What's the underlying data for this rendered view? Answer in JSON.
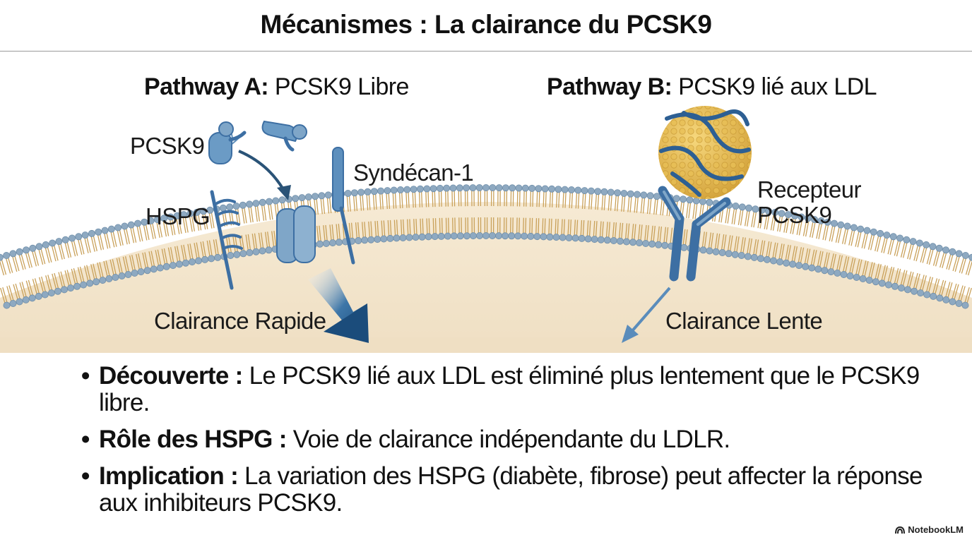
{
  "title": "Mécanismes : La clairance du PCSK9",
  "pathway_a": {
    "prefix": "Pathway A:",
    "name": "PCSK9 Libre"
  },
  "pathway_b": {
    "prefix": "Pathway B:",
    "name": "PCSK9 lié aux LDL"
  },
  "labels": {
    "pcsk9": "PCSK9",
    "hspg": "HSPG",
    "syndecan": "Syndécan-1",
    "receptor_line1": "Recepteur",
    "receptor_line2": "PCSK9",
    "fast_clearance": "Clairance Rapide",
    "slow_clearance": "Clairance Lente"
  },
  "bullets": [
    {
      "term": "Découverte :",
      "text": " Le PCSK9 lié aux LDL est éliminé plus lentement que le PCSK9 libre."
    },
    {
      "term": "Rôle des HSPG :",
      "text": " Voie de clairance indépendante du LDLR."
    },
    {
      "term": "Implication :",
      "text": " La variation des HSPG (diabète, fibrose) peut affecter la réponse aux inhibiteurs PCSK9."
    }
  ],
  "brand": "NotebookLM",
  "colors": {
    "protein_blue": "#3d6fa3",
    "protein_light": "#7fa6c8",
    "membrane_head": "#8ea9c1",
    "membrane_tail": "#c9a15a",
    "cytoplasm": "#f3e6cf",
    "ldl": "#e4b94a"
  }
}
